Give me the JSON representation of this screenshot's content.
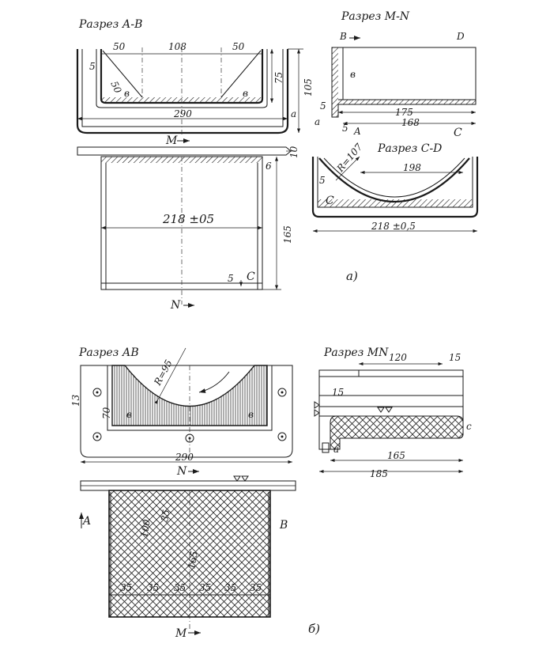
{
  "fig_a": {
    "section_ab": {
      "title": "Разрез А-В",
      "d_left_top": "50",
      "d_mid_top": "108",
      "d_right_top": "50",
      "d_5": "5",
      "d_diag": "50",
      "d_75": "75",
      "d_105": "105",
      "d_290": "290",
      "letter_a": "a",
      "letter_v1": "в",
      "letter_v2": "в",
      "letter_m": "M",
      "d_10": "10",
      "d_6": "6"
    },
    "plan": {
      "d_218": "218 ±05",
      "d_165": "165",
      "d_5": "5",
      "letter_c": "C",
      "letter_n": "N"
    },
    "section_mn": {
      "title": "Разрез M-N",
      "letter_b": "B",
      "letter_d": "D",
      "letter_v": "в",
      "d_5a": "5",
      "d_5b": "5",
      "letter_a": "a",
      "letter_A": "A",
      "d_175": "175",
      "d_168": "168",
      "letter_C": "C"
    },
    "section_cd": {
      "title": "Разрез C-D",
      "d_r": "R=107",
      "d_198": "198",
      "d_5": "5",
      "letter_c": "C",
      "d_218": "218 ±0,5"
    },
    "caption": "а)"
  },
  "fig_b": {
    "section_ab": {
      "title": "Разрез АВ",
      "d_r": "R=95",
      "d_13": "13",
      "d_70": "70",
      "letter_v1": "в",
      "letter_v2": "в",
      "d_290": "290",
      "letter_n": "N"
    },
    "section_mn": {
      "title": "Разрез MN",
      "d_120": "120",
      "d_15a": "15",
      "d_15b": "15",
      "letter_c": "c",
      "letter_a": "a",
      "d_165": "165",
      "d_185": "185"
    },
    "plan": {
      "letter_A": "A",
      "letter_B": "B",
      "d_100": "100",
      "d_35v": "35",
      "d_165": "165",
      "bottom_dims": [
        "35",
        "35",
        "35",
        "35",
        "35",
        "35"
      ],
      "letter_M": "M"
    },
    "caption": "б)"
  }
}
